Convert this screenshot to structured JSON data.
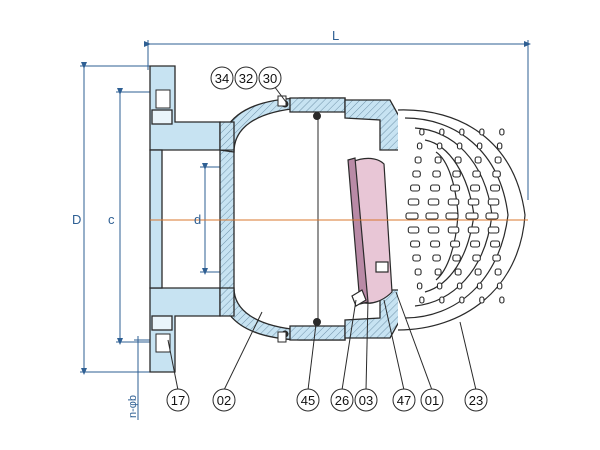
{
  "dimensions": {
    "L": "L",
    "D": "D",
    "C": "c",
    "d": "d",
    "bolt": "n-φb"
  },
  "callouts": {
    "top": [
      "34",
      "32",
      "30"
    ],
    "bottom": [
      "17",
      "02",
      "45",
      "26",
      "03",
      "47",
      "01",
      "23"
    ]
  },
  "colors": {
    "body_fill": "#c7e3f2",
    "outline": "#2a2a2a",
    "dim_line": "#2e5f93",
    "disc_fill": "#e8c6d6",
    "centerline": "#d9772e"
  }
}
